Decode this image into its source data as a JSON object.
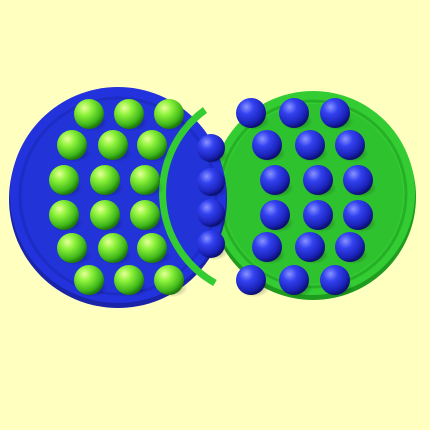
{
  "game": {
    "background_color": "#ffffc0",
    "colors": {
      "blue": "#2233dd",
      "green": "#33cc33"
    },
    "disks": [
      {
        "id": "blue-disk",
        "color": "blue",
        "ball_color": "green",
        "rows": [
          3,
          3,
          3,
          3,
          3,
          3
        ]
      },
      {
        "id": "green-disk",
        "color": "green",
        "ball_color": "blue",
        "rows": [
          3,
          3,
          3,
          3,
          3,
          3
        ]
      }
    ],
    "overlap_column": {
      "ball_color": "blue",
      "count": 4
    }
  }
}
